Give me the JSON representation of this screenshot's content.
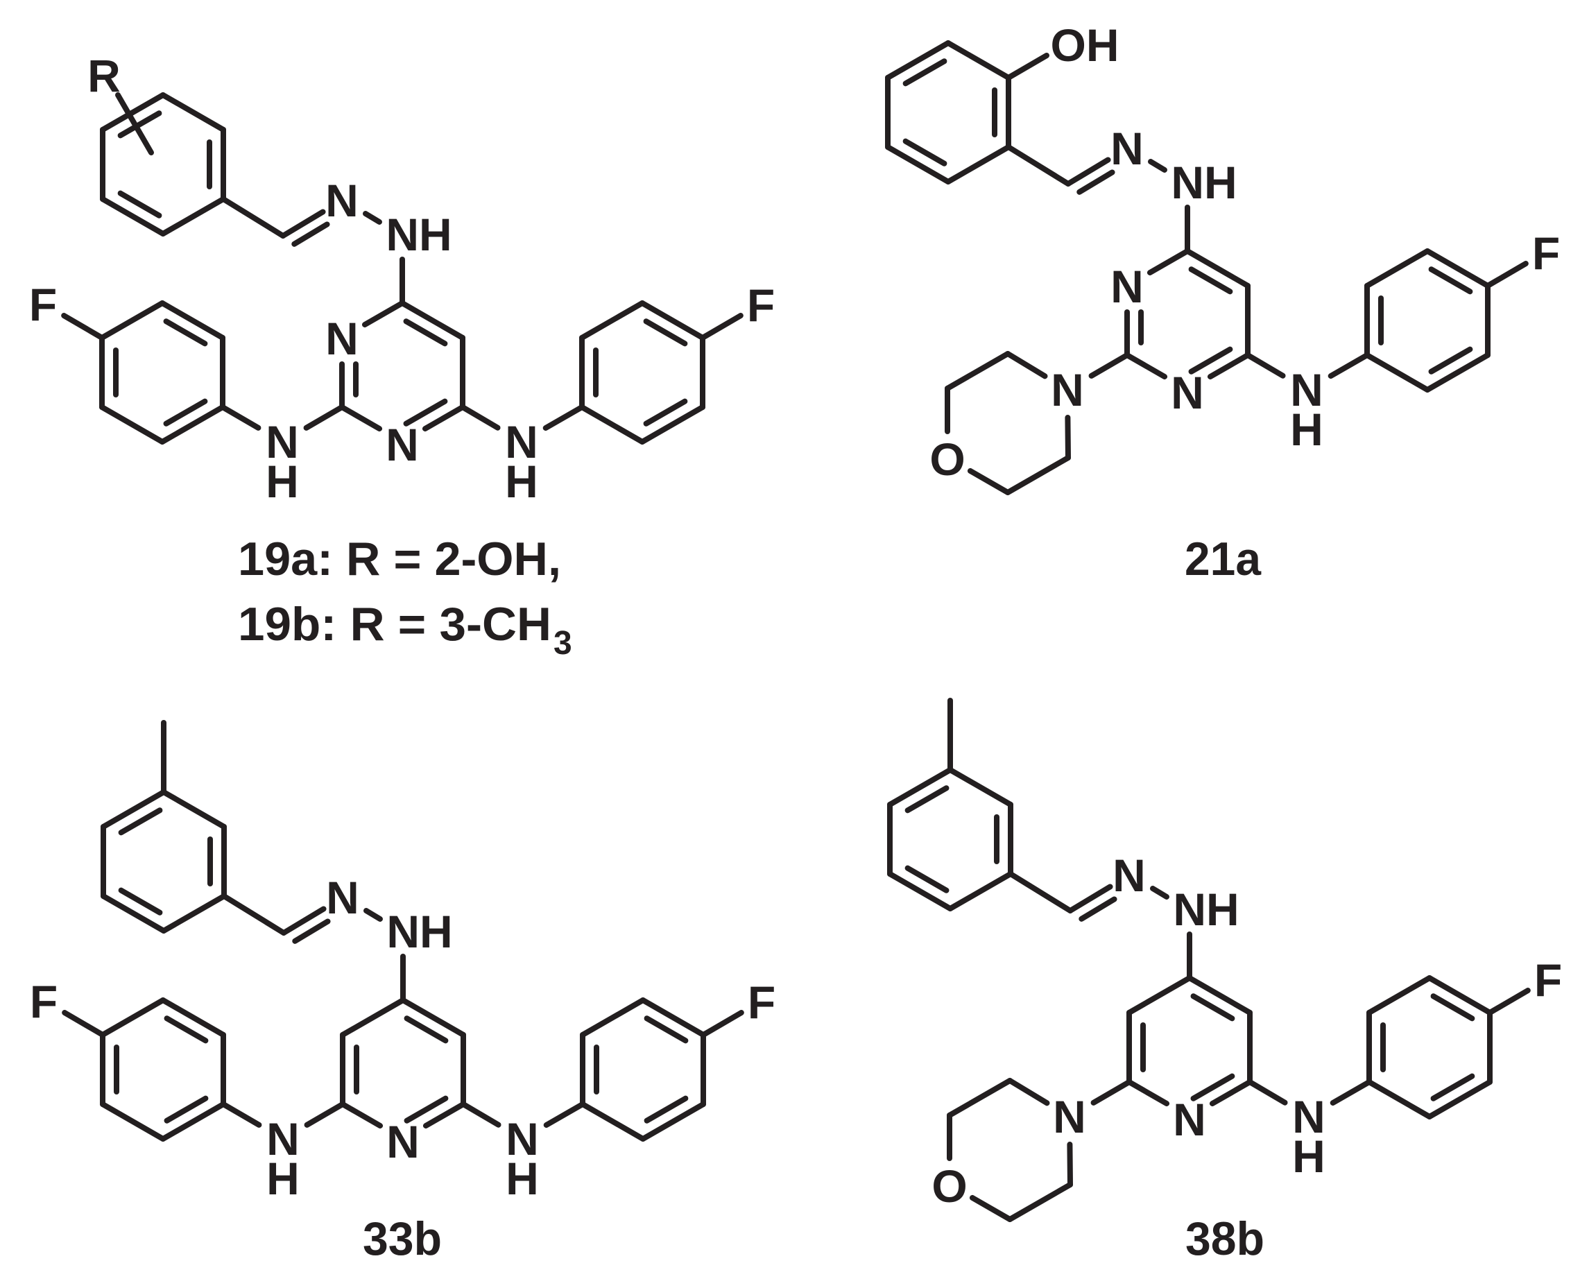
{
  "figure": {
    "type": "chemical-structures",
    "background": "#ffffff",
    "colors": {
      "bond": "#231f20",
      "text": "#231f20",
      "pyrimidine_n": "#6dbe45",
      "pyridine_n": "#ed1c24"
    }
  },
  "atoms": {
    "R": "R",
    "N": "N",
    "NH": "NH",
    "H": "H",
    "F": "F",
    "O": "O",
    "OH": "OH"
  },
  "compounds": [
    {
      "id": "19",
      "labels": [
        "19a: R = 2-OH,",
        "19b: R = 3-CH",
        "3"
      ],
      "label_line1": "19a: R = 2-OH,",
      "label_line2_main": "19b: R = 3-CH",
      "label_line2_sub": "3",
      "core": "pyrimidine",
      "core_n_color": "#6dbe45",
      "aryl_substituent": "R",
      "amine_left": "4-fluoroanilino",
      "amine_right": "4-fluoroanilino"
    },
    {
      "id": "21a",
      "label": "21a",
      "core": "pyrimidine",
      "core_n_color": "#6dbe45",
      "aryl_substituent": "2-OH",
      "amine_left": "morpholino",
      "amine_right": "4-fluoroanilino"
    },
    {
      "id": "33b",
      "label": "33b",
      "core": "pyridine",
      "core_n_color": "#ed1c24",
      "aryl_substituent": "3-CH3",
      "amine_left": "4-fluoroanilino",
      "amine_right": "4-fluoroanilino"
    },
    {
      "id": "38b",
      "label": "38b",
      "core": "pyridine",
      "core_n_color": "#ed1c24",
      "aryl_substituent": "3-CH3",
      "amine_left": "morpholino",
      "amine_right": "4-fluoroanilino"
    }
  ]
}
